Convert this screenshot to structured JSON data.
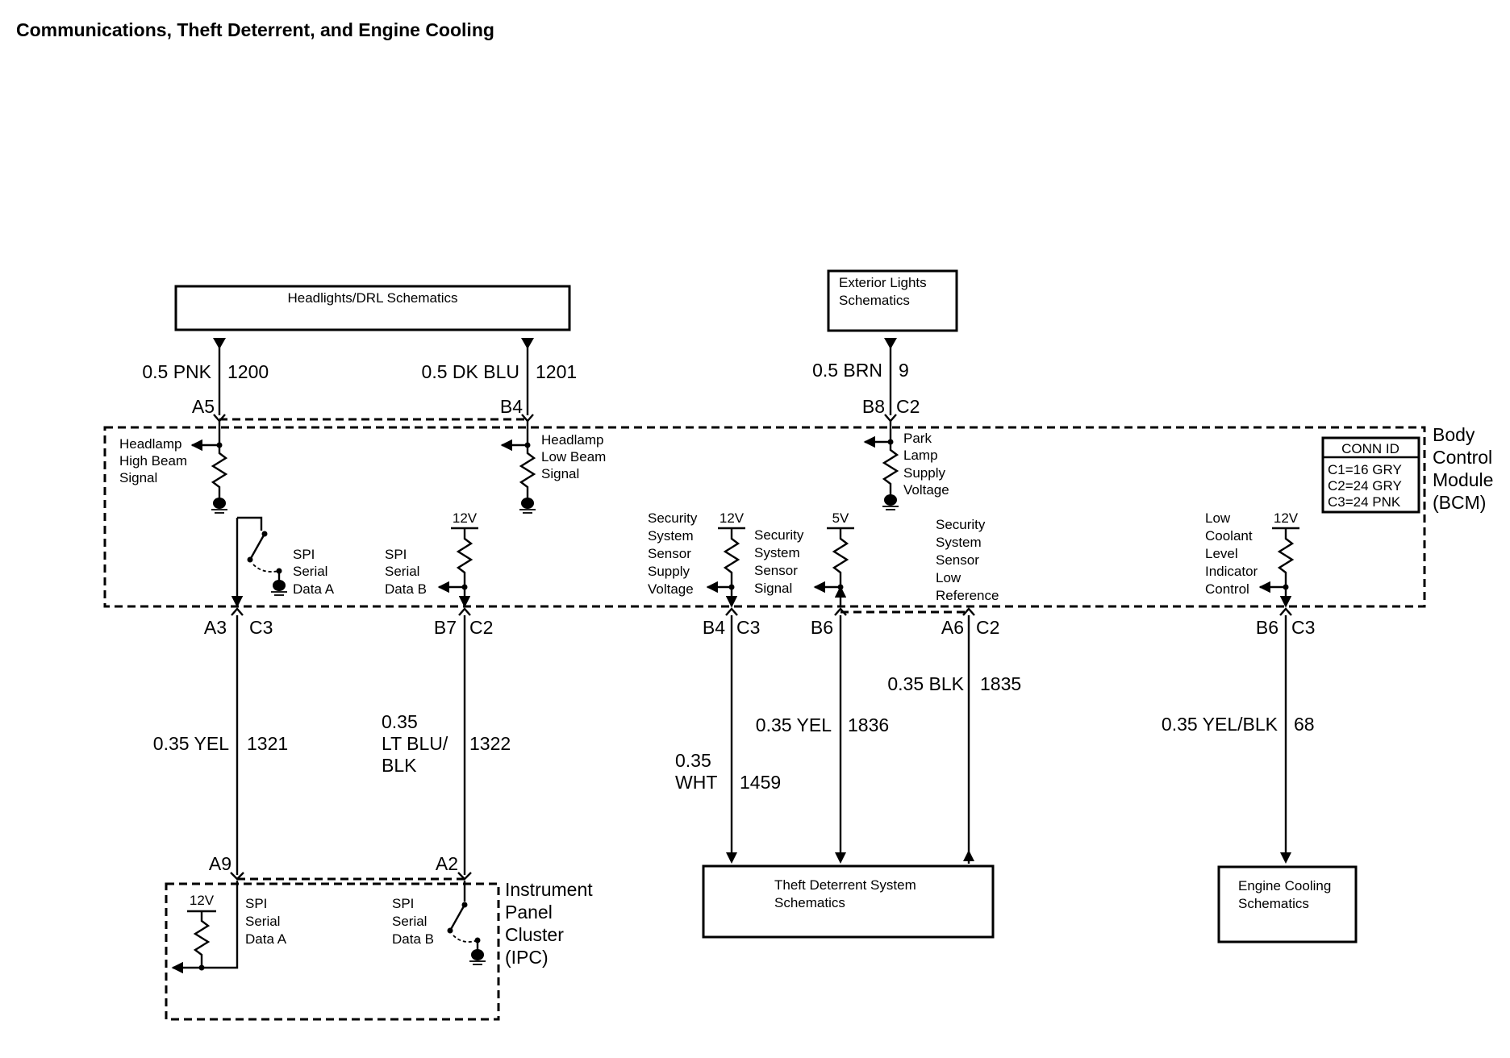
{
  "title": "Communications, Theft Deterrent, and Engine Cooling",
  "boxes": {
    "headlights": "Headlights/DRL Schematics",
    "exterior": [
      "Exterior Lights",
      "Schematics"
    ],
    "theft": [
      "Theft Deterrent System",
      "Schematics"
    ],
    "cooling": [
      "Engine Cooling",
      "Schematics"
    ]
  },
  "bcm": {
    "name": [
      "Body",
      "Control",
      "Module",
      "(BCM)"
    ],
    "conn_id": {
      "header": "CONN ID",
      "rows": [
        "C1=16 GRY",
        "C2=24 GRY",
        "C3=24 PNK"
      ]
    },
    "signals": {
      "hb": [
        "Headlamp",
        "High Beam",
        "Signal"
      ],
      "lb": [
        "Headlamp",
        "Low Beam",
        "Signal"
      ],
      "pl": [
        "Park",
        "Lamp",
        "Supply",
        "Voltage"
      ],
      "spia": [
        "SPI",
        "Serial",
        "Data A"
      ],
      "spib": [
        "SPI",
        "Serial",
        "Data B"
      ],
      "sssv": [
        "Security",
        "System",
        "Sensor",
        "Supply",
        "Voltage"
      ],
      "sss": [
        "Security",
        "System",
        "Sensor",
        "Signal"
      ],
      "sslr": [
        "Security",
        "System",
        "Sensor",
        "Low",
        "Reference"
      ],
      "lcl": [
        "Low",
        "Coolant",
        "Level",
        "Indicator",
        "Control"
      ]
    },
    "voltages": {
      "v12": "12V",
      "v5": "5V"
    }
  },
  "ipc": {
    "name": [
      "Instrument",
      "Panel",
      "Cluster",
      "(IPC)"
    ],
    "spia": [
      "SPI",
      "Serial",
      "Data A"
    ],
    "spib": [
      "SPI",
      "Serial",
      "Data B"
    ],
    "v12": "12V"
  },
  "wires": {
    "w1200": {
      "gauge": "0.5 PNK",
      "circuit": "1200",
      "pin": "A5"
    },
    "w1201": {
      "gauge": "0.5 DK BLU",
      "circuit": "1201",
      "pin": "B4"
    },
    "w9": {
      "gauge": "0.5 BRN",
      "circuit": "9",
      "pin": "B8",
      "conn": "C2"
    },
    "w1321": {
      "gauge": "0.35 YEL",
      "circuit": "1321",
      "pin": "A3",
      "conn": "C3",
      "ipc_pin": "A9"
    },
    "w1322": {
      "gauge": [
        "0.35",
        "LT BLU/",
        "BLK"
      ],
      "circuit": "1322",
      "pin": "B7",
      "conn": "C2",
      "ipc_pin": "A2"
    },
    "w1459": {
      "gauge": [
        "0.35",
        "WHT"
      ],
      "circuit": "1459",
      "pin": "B4",
      "conn": "C3"
    },
    "w1836": {
      "gauge": "0.35 YEL",
      "circuit": "1836",
      "pin": "B6"
    },
    "w1835": {
      "gauge": "0.35 BLK",
      "circuit": "1835",
      "pin": "A6",
      "conn": "C2"
    },
    "w68": {
      "gauge": "0.35 YEL/BLK",
      "circuit": "68",
      "pin": "B6",
      "conn": "C3"
    }
  }
}
